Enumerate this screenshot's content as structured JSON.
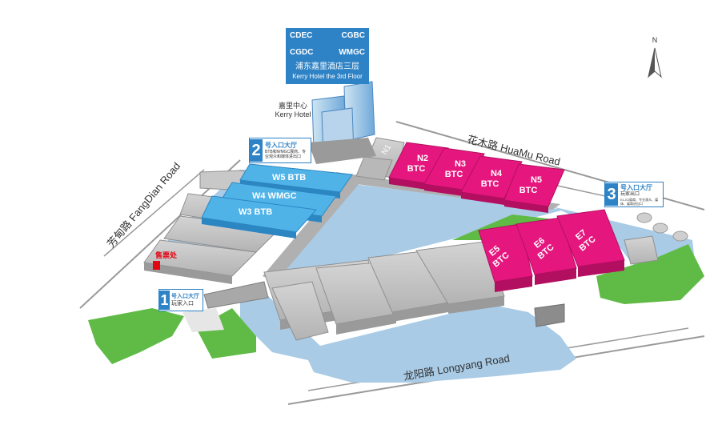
{
  "venue": {
    "brands": [
      "CDEC",
      "CGBC",
      "CGDC",
      "WMGC"
    ],
    "hotel_cn": "浦东嘉里酒店三层",
    "hotel_en": "Kerry Hotel the 3rd Floor",
    "kerry_cn": "嘉里中心",
    "kerry_en": "Kerry Hotel"
  },
  "roads": {
    "huamu": "花木路 HuaMu Road",
    "fangdian": "芳甸路 FangDian Road",
    "longyang": "龙阳路 Longyang Road"
  },
  "compass": {
    "north": "N"
  },
  "halls": {
    "n1": "N1",
    "n2": [
      "N2",
      "BTC"
    ],
    "n3": [
      "N3",
      "BTC"
    ],
    "n4": [
      "N4",
      "BTC"
    ],
    "n5": [
      "N5",
      "BTC"
    ],
    "e5": [
      "E5",
      "BTC"
    ],
    "e6": [
      "E6",
      "BTC"
    ],
    "e7": [
      "E7",
      "BTC"
    ],
    "w5": "W5 BTB",
    "w4": "W4 WMGC",
    "w3": "W3 BTB"
  },
  "entrances": {
    "e1": {
      "num": "1",
      "title": "号入口大厅",
      "sub": "玩家入口"
    },
    "e2": {
      "num": "2",
      "title": "号入口大厅",
      "sub": "BTB和WMGC展商、专业观众和媒体进出口"
    },
    "e3": {
      "num": "3",
      "title": "号入口大厅",
      "sub": "玩家出口",
      "sub2": "E1-E2展商、专业观众、媒体、展商进出口"
    }
  },
  "ticket_office": "售票处",
  "colors": {
    "water": "#a9cbe6",
    "grass": "#5fbb46",
    "hall_gray": "#bfbfbf",
    "btc_magenta": "#e5177e",
    "btb_blue": "#4fb3e8",
    "sign_blue": "#2e82c6"
  }
}
